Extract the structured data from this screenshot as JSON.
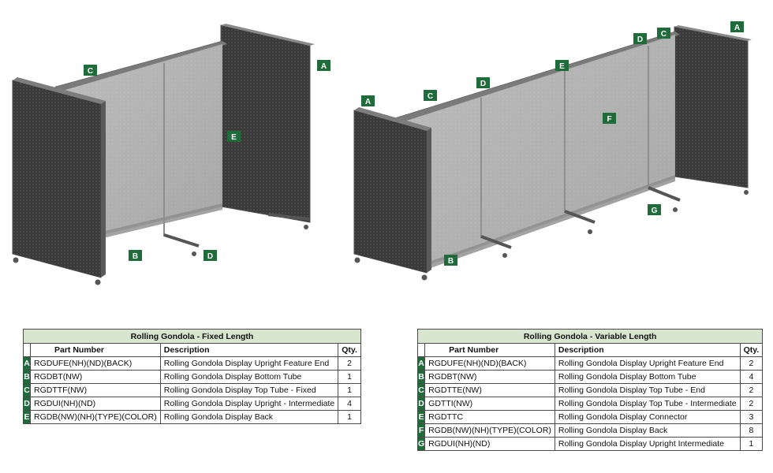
{
  "diagram_fixed": {
    "callouts": [
      "A",
      "B",
      "C",
      "D",
      "E"
    ]
  },
  "diagram_variable": {
    "callouts": [
      "A",
      "A",
      "B",
      "C",
      "C",
      "D",
      "D",
      "E",
      "F",
      "G"
    ]
  },
  "table_fixed": {
    "title": "Rolling Gondola - Fixed Length",
    "headers": [
      "Part Number",
      "Description",
      "Qty."
    ],
    "rows": [
      {
        "letter": "A",
        "part": "RGDUFE(NH)(ND)(BACK)",
        "desc": "Rolling Gondola Display Upright Feature End",
        "qty": "2"
      },
      {
        "letter": "B",
        "part": "RGDBT(NW)",
        "desc": "Rolling Gondola Display Bottom Tube",
        "qty": "1"
      },
      {
        "letter": "C",
        "part": "RGDTTF(NW)",
        "desc": "Rolling Gondola Display Top Tube - Fixed",
        "qty": "1"
      },
      {
        "letter": "D",
        "part": "RGDUI(NH)(ND)",
        "desc": "Rolling Gondola Display Upright - Intermediate",
        "qty": "4"
      },
      {
        "letter": "E",
        "part": "RGDB(NW)(NH)(TYPE)(COLOR)",
        "desc": "Rolling Gondola Display Back",
        "qty": "1"
      }
    ]
  },
  "table_variable": {
    "title": "Rolling Gondola - Variable Length",
    "headers": [
      "Part Number",
      "Description",
      "Qty."
    ],
    "rows": [
      {
        "letter": "A",
        "part": "RGDUFE(NH)(ND)(BACK)",
        "desc": "Rolling Gondola Display Upright Feature End",
        "qty": "2"
      },
      {
        "letter": "B",
        "part": "RGDBT(NW)",
        "desc": "Rolling Gondola Display Bottom Tube",
        "qty": "4"
      },
      {
        "letter": "C",
        "part": "RGDTTE(NW)",
        "desc": "Rolling Gondola Display Top Tube - End",
        "qty": "2"
      },
      {
        "letter": "D",
        "part": "GDTTI(NW)",
        "desc": "Rolling Gondola Display Top Tube - Intermediate",
        "qty": "2"
      },
      {
        "letter": "E",
        "part": "RGDTTC",
        "desc": "Rolling Gondola Display Connector",
        "qty": "3"
      },
      {
        "letter": "F",
        "part": "RGDB(NW)(NH)(TYPE)(COLOR)",
        "desc": "Rolling Gondola Display Back",
        "qty": "8"
      },
      {
        "letter": "G",
        "part": "RGDUI(NH)(ND)",
        "desc": "Rolling Gondola Display Upright Intermediate",
        "qty": "1"
      }
    ]
  },
  "colors": {
    "callout_green": "#1f6b3a",
    "table_title_bg": "#d9e6cf",
    "end_panel": "#3d3d3d",
    "back_panel": "#a9a9a9",
    "frame": "#6e6e6e"
  }
}
